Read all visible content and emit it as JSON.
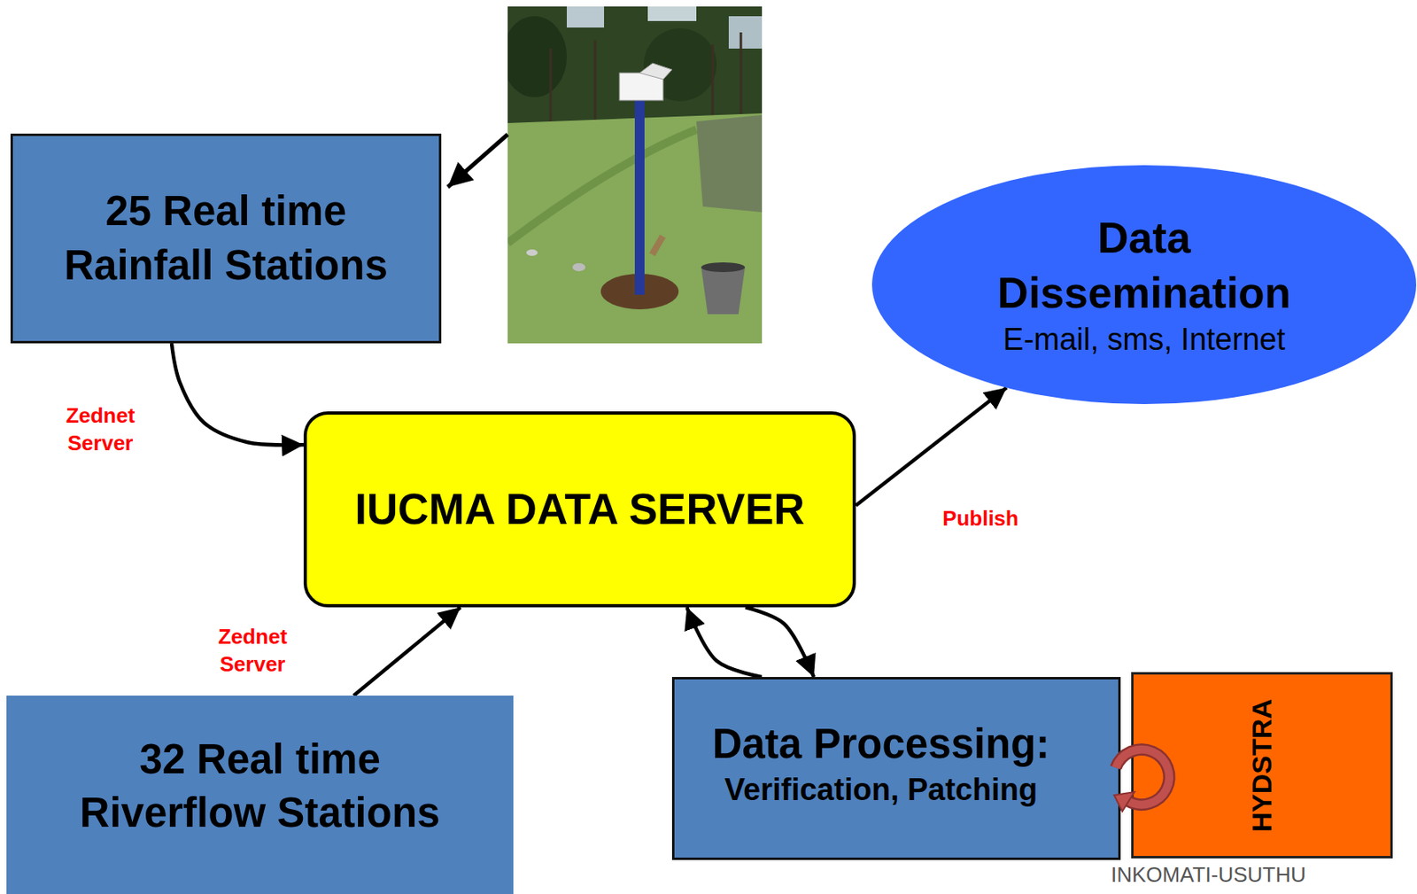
{
  "diagram": {
    "nodes": [
      {
        "text": [
          "25 Real time Rainfall Stations"
        ]
      },
      {
        "text": [
          "Data Dissemination",
          "E-mail, sms, Internet"
        ]
      },
      {
        "text": [
          "IUCMA DATA SERVER"
        ]
      },
      {
        "text": [
          "32 Real time Riverflow Stations"
        ]
      },
      {
        "text": [
          "Data Processing:",
          "Verification, Patching"
        ]
      },
      {
        "text": [
          "HYDSTRA"
        ]
      }
    ],
    "edges": [
      {
        "from": 0,
        "to": 2,
        "label": "Zednet Server",
        "arrow": "to"
      },
      {
        "from": 3,
        "to": 2,
        "label": "Zednet Server",
        "arrow": "to"
      },
      {
        "from": 2,
        "to": 1,
        "label": "Publish",
        "arrow": "to"
      },
      {
        "from": 2,
        "to": 4,
        "arrow": "to"
      },
      {
        "from": 4,
        "to": 2,
        "arrow": "to"
      }
    ],
    "labels": [
      "INKOMATI-USUTHU"
    ]
  }
}
